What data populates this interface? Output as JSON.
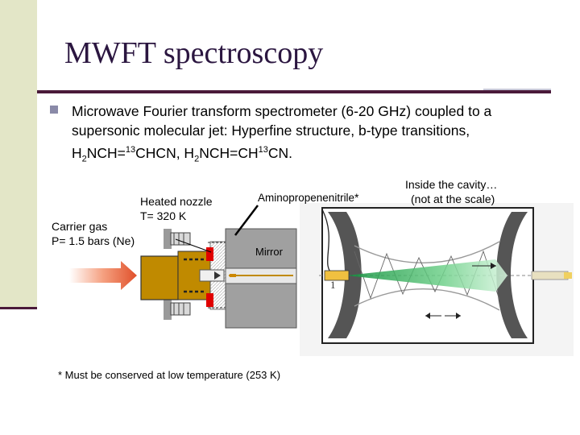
{
  "slide": {
    "title": "MWFT spectroscopy",
    "bullet": {
      "line1": "Microwave Fourier transform spectrometer (6-20 GHz) coupled to a",
      "line2": "supersonic molecular jet: Hyperfine structure, b-type transitions,",
      "f1_a": "H",
      "f1_b": "2",
      "f1_c": "NCH=",
      "f1_d": "13",
      "f1_e": "CHCN, H",
      "f1_f": "2",
      "f1_g": "NCH=CH",
      "f1_h": "13",
      "f1_i": "CN."
    },
    "labels": {
      "heated_nozzle": "Heated nozzle",
      "temperature": "T= 320 K",
      "carrier_gas": "Carrier gas",
      "pressure": "P= 1.5 bars (Ne)",
      "molecule": "Aminopropenenitrile*",
      "inside1": "Inside the cavity…",
      "inside2": "(not at the scale)",
      "mirror": "Mirror",
      "footnote": "* Must be conserved at low temperature (253 K)"
    },
    "colors": {
      "sidebar": "#e3e6c7",
      "title": "#2b1640",
      "rule": "#4a1a3a",
      "nozzle": "#c08a00",
      "beam": "#1fb35a",
      "flange": "#8a8a8a"
    }
  }
}
